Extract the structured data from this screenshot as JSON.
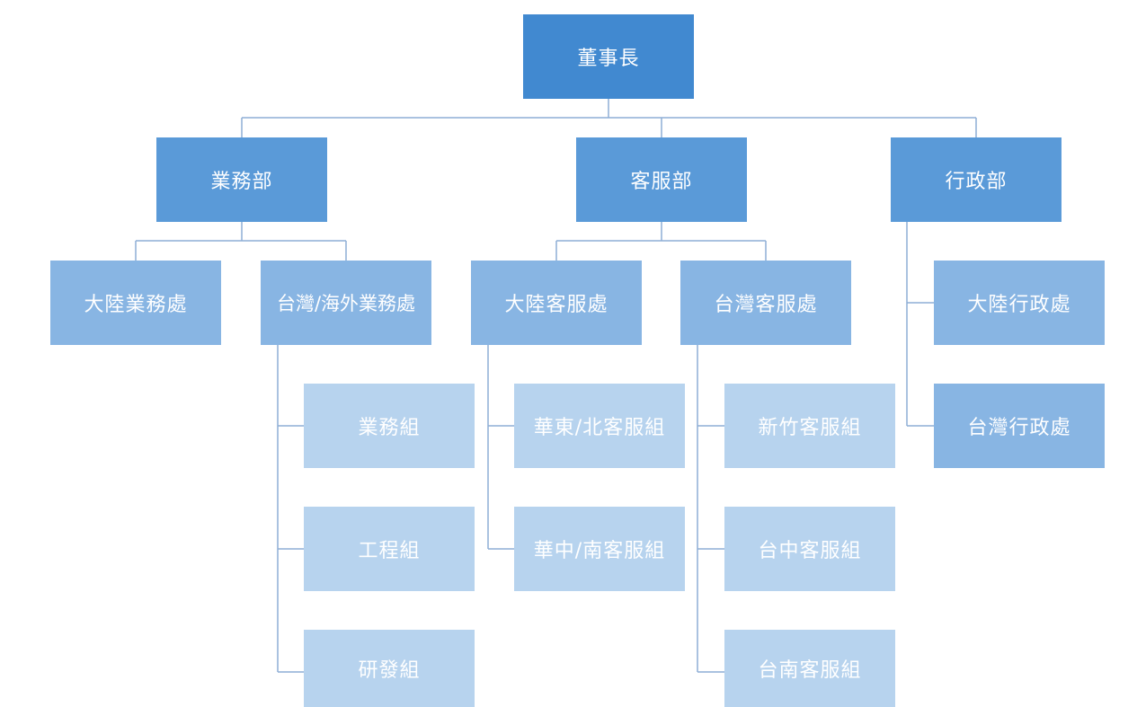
{
  "chairman": "董事長",
  "departments": {
    "sales": "業務部",
    "customer_service": "客服部",
    "administration": "行政部"
  },
  "divisions": {
    "sales_mainland": "大陸業務處",
    "sales_taiwan_overseas": "台灣/海外業務處",
    "cs_mainland": "大陸客服處",
    "cs_taiwan": "台灣客服處",
    "admin_mainland": "大陸行政處",
    "admin_taiwan": "台灣行政處"
  },
  "teams": {
    "sales_team": "業務組",
    "engineering_team": "工程組",
    "rd_team": "研發組",
    "cs_east_north": "華東/北客服組",
    "cs_central_south": "華中/南客服組",
    "cs_hsinchu": "新竹客服組",
    "cs_taichung": "台中客服組",
    "cs_tainan": "台南客服組"
  },
  "colors": {
    "level0": "#4189d0",
    "level1": "#5a9ad8",
    "level2": "#88b5e3",
    "level3": "#b7d3ee",
    "connector": "#8eaed6"
  }
}
